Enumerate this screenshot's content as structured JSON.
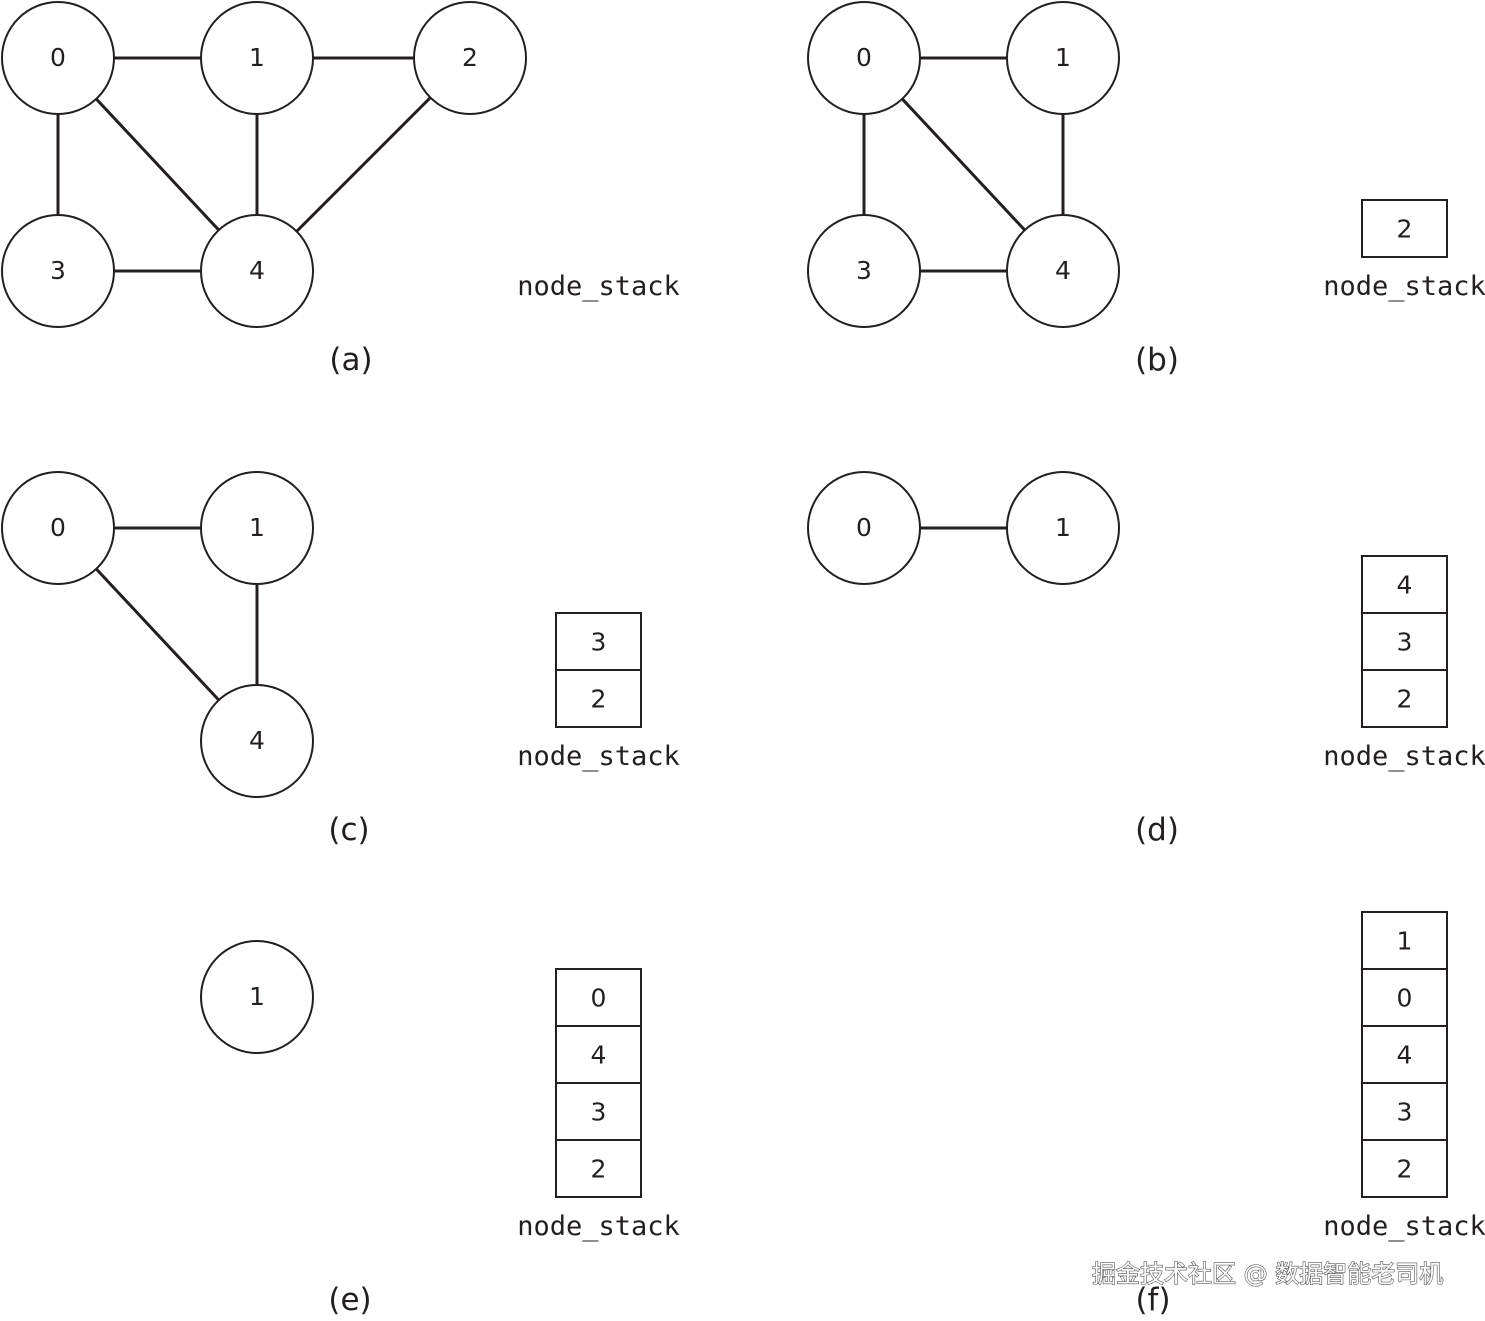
{
  "panels": [
    {
      "caption": "(a)",
      "nodes": [
        {
          "id": "0",
          "label": "0"
        },
        {
          "id": "1",
          "label": "1"
        },
        {
          "id": "2",
          "label": "2"
        },
        {
          "id": "3",
          "label": "3"
        },
        {
          "id": "4",
          "label": "4"
        }
      ],
      "edges": [
        [
          "0",
          "1"
        ],
        [
          "1",
          "2"
        ],
        [
          "0",
          "3"
        ],
        [
          "0",
          "4"
        ],
        [
          "1",
          "4"
        ],
        [
          "2",
          "4"
        ],
        [
          "3",
          "4"
        ]
      ],
      "stack_label": "node_stack",
      "stack": []
    },
    {
      "caption": "(b)",
      "nodes": [
        {
          "id": "0",
          "label": "0"
        },
        {
          "id": "1",
          "label": "1"
        },
        {
          "id": "3",
          "label": "3"
        },
        {
          "id": "4",
          "label": "4"
        }
      ],
      "edges": [
        [
          "0",
          "1"
        ],
        [
          "0",
          "3"
        ],
        [
          "0",
          "4"
        ],
        [
          "1",
          "4"
        ],
        [
          "3",
          "4"
        ]
      ],
      "stack_label": "node_stack",
      "stack": [
        "2"
      ]
    },
    {
      "caption": "(c)",
      "nodes": [
        {
          "id": "0",
          "label": "0"
        },
        {
          "id": "1",
          "label": "1"
        },
        {
          "id": "4",
          "label": "4"
        }
      ],
      "edges": [
        [
          "0",
          "1"
        ],
        [
          "0",
          "4"
        ],
        [
          "1",
          "4"
        ]
      ],
      "stack_label": "node_stack",
      "stack": [
        "3",
        "2"
      ]
    },
    {
      "caption": "(d)",
      "nodes": [
        {
          "id": "0",
          "label": "0"
        },
        {
          "id": "1",
          "label": "1"
        }
      ],
      "edges": [
        [
          "0",
          "1"
        ]
      ],
      "stack_label": "node_stack",
      "stack": [
        "4",
        "3",
        "2"
      ]
    },
    {
      "caption": "(e)",
      "nodes": [
        {
          "id": "1",
          "label": "1"
        }
      ],
      "edges": [],
      "stack_label": "node_stack",
      "stack": [
        "0",
        "4",
        "3",
        "2"
      ]
    },
    {
      "caption": "(f)",
      "nodes": [],
      "edges": [],
      "stack_label": "node_stack",
      "stack": [
        "1",
        "0",
        "4",
        "3",
        "2"
      ]
    }
  ],
  "watermark": "掘金技术社区 @ 数据智能老司机"
}
